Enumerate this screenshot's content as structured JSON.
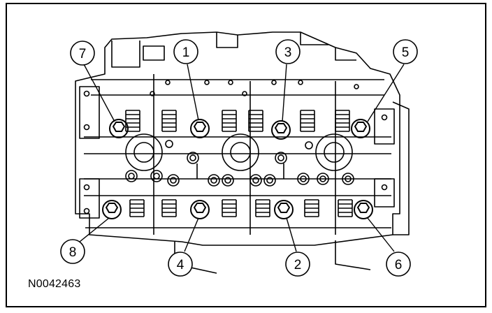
{
  "figure": {
    "reference_code": "N0042463",
    "callouts": [
      "1",
      "2",
      "3",
      "4",
      "5",
      "6",
      "7",
      "8"
    ]
  },
  "colors": {
    "line": "#000000",
    "paper": "#ffffff"
  }
}
